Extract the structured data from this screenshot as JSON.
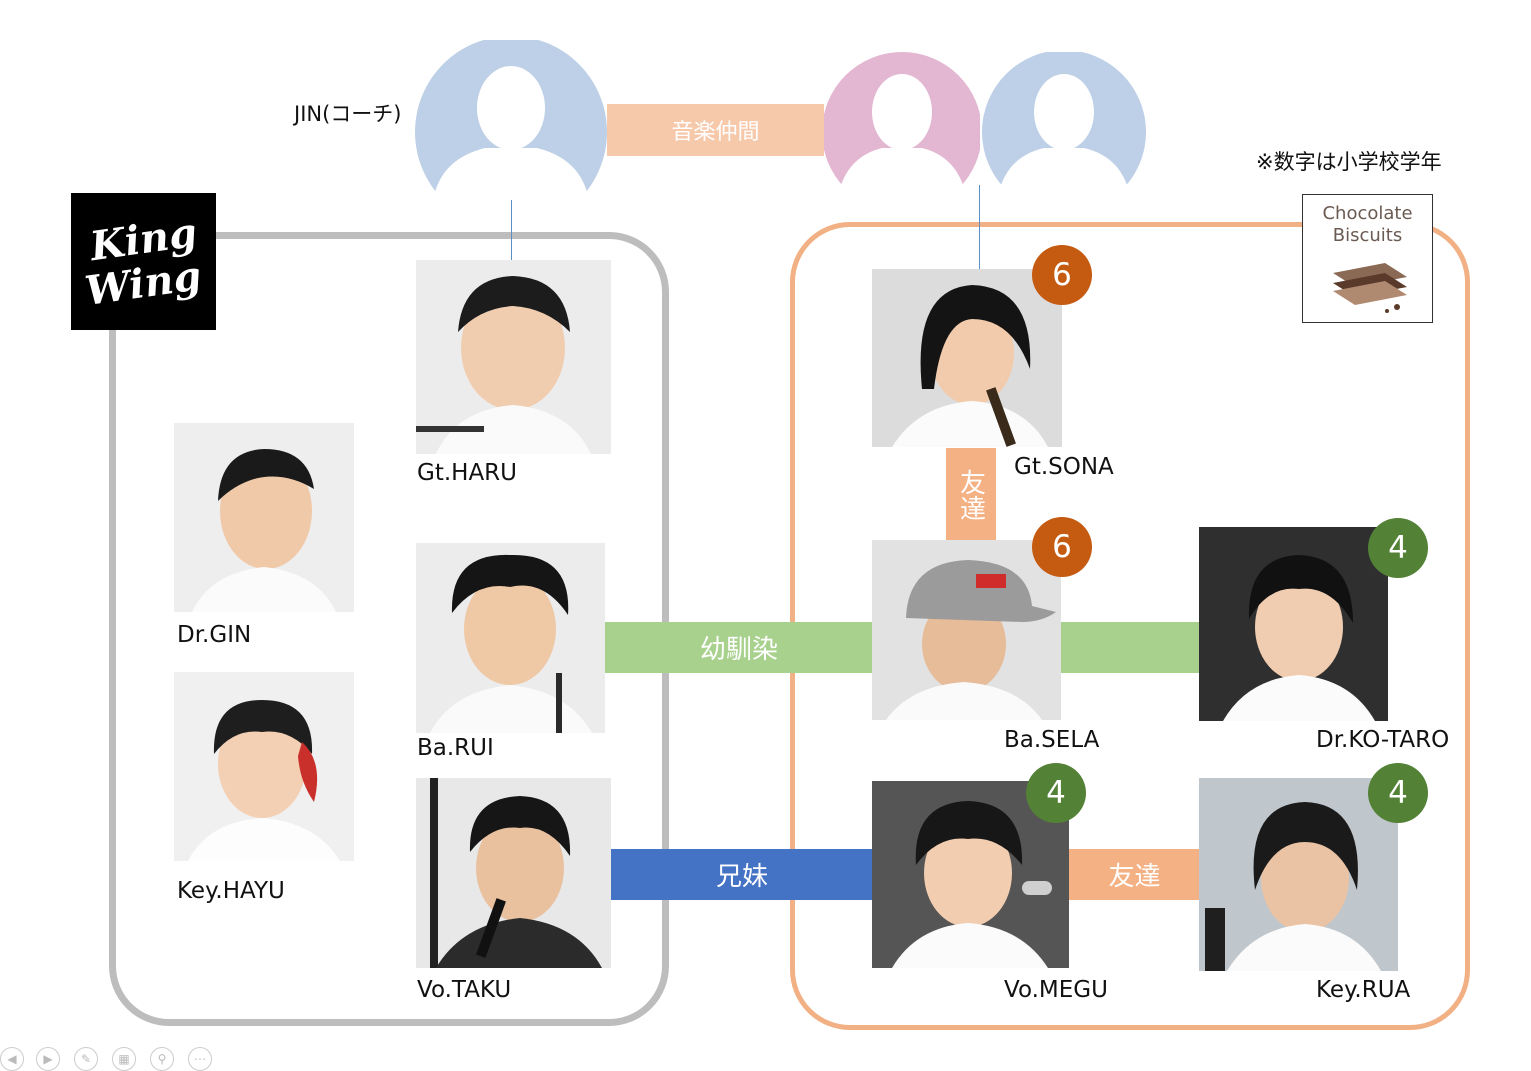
{
  "coach_label": "JIN(コーチ)",
  "note": "※数字は小学校学年",
  "logos": {
    "left_logo": [
      "King",
      "Wing"
    ],
    "right_logo": [
      "Chocolate",
      "Biscuits"
    ]
  },
  "relations": {
    "music_friends": "音楽仲間",
    "childhood_friends": "幼馴染",
    "siblings": "兄妹",
    "friends_v": "友達",
    "friends_h": "友達"
  },
  "members": {
    "haru": "Gt.HARU",
    "gin": "Dr.GIN",
    "rui": "Ba.RUI",
    "hayu": "Key.HAYU",
    "taku": "Vo.TAKU",
    "sona": "Gt.SONA",
    "sela": "Ba.SELA",
    "kotaro": "Dr.KO-TARO",
    "megu": "Vo.MEGU",
    "rua": "Key.RUA"
  },
  "grades": {
    "sona": "6",
    "sela": "6",
    "kotaro": "4",
    "megu": "4",
    "rua": "4"
  },
  "colors": {
    "blue_silhouette": "#bdd0e7",
    "pink_silhouette": "#e3b7d2",
    "music_friends": "#f7c9ab",
    "childhood_friends": "#a9d18e",
    "siblings": "#4472c4",
    "friends": "#f4b183",
    "king_wing_border": "#bdbdbd",
    "choco_border": "#f2b184"
  }
}
